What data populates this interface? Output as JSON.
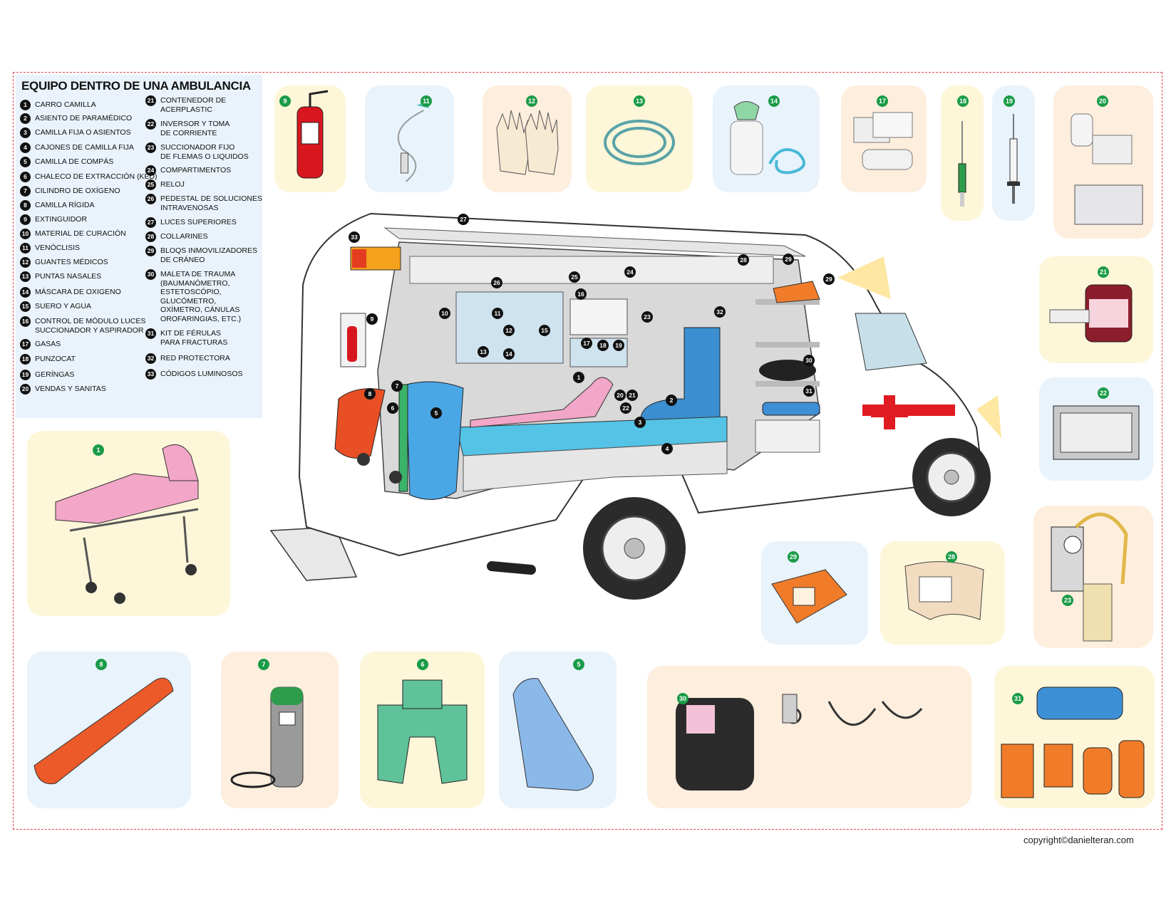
{
  "title": "EQUIPO DENTRO DE  UNA AMBULANCIA",
  "legend_col1": [
    {
      "n": "1",
      "t": "CARRO CAMILLA"
    },
    {
      "n": "2",
      "t": "ASIENTO DE PARAMÉDICO"
    },
    {
      "n": "3",
      "t": "CAMILLA FIJA O ASIENTOS"
    },
    {
      "n": "4",
      "t": "CAJONES DE CAMILLA FIJA"
    },
    {
      "n": "5",
      "t": "CAMILLA DE COMPÁS"
    },
    {
      "n": "6",
      "t": "CHALECO DE EXTRACCIÓN (KED)"
    },
    {
      "n": "7",
      "t": "CILINDRO DE OXÍGENO"
    },
    {
      "n": "8",
      "t": "CAMILLA RÍGIDA"
    },
    {
      "n": "9",
      "t": "EXTINGUIDOR"
    },
    {
      "n": "10",
      "t": "MATERIAL DE CURACIÓN"
    },
    {
      "n": "11",
      "t": "VENÓCLISIS"
    },
    {
      "n": "12",
      "t": "GUANTES MÉDICOS"
    },
    {
      "n": "13",
      "t": "PUNTAS NASALES"
    },
    {
      "n": "14",
      "t": "MÁSCARA DE OXIGENO"
    },
    {
      "n": "15",
      "t": "SUERO Y AGUA"
    },
    {
      "n": "16",
      "t": "CONTROL DE MÓDULO LUCES\nSUCCIONADOR Y ASPIRADOR"
    },
    {
      "n": "17",
      "t": "GASAS"
    },
    {
      "n": "18",
      "t": "PUNZOCAT"
    },
    {
      "n": "19",
      "t": "GERÍNGAS"
    },
    {
      "n": "20",
      "t": "VENDAS Y SANITAS"
    }
  ],
  "legend_col2": [
    {
      "n": "21",
      "t": "CONTENEDOR DE\nACERPLASTIC"
    },
    {
      "n": "22",
      "t": "INVERSOR Y TOMA\nDE CORRIENTE"
    },
    {
      "n": "23",
      "t": "SUCCIONADOR FIJO\nDE FLEMAS O LIQUIDOS"
    },
    {
      "n": "24",
      "t": "COMPARTIMENTOS"
    },
    {
      "n": "25",
      "t": "RELOJ"
    },
    {
      "n": "26",
      "t": "PEDESTAL DE SOLUCIONES\nINTRAVENOSAS"
    },
    {
      "n": "27",
      "t": "LUCES SUPERIORES"
    },
    {
      "n": "28",
      "t": "COLLARINES"
    },
    {
      "n": "29",
      "t": "BLOQS INMOVILIZADORES\nDE CRÁNEO"
    },
    {
      "n": "30",
      "t": "MALETA DE TRAUMA\n(BAUMANÓMETRO,\nESTETOSCÓPIO,\nGLUCÓMETRO,\nOXÍMETRO, CÁNULAS\nOROFARINGIAS, ETC.)"
    },
    {
      "n": "31",
      "t": "KIT DE FÉRULAS\nPARA FRACTURAS"
    },
    {
      "n": "32",
      "t": "RED PROTECTORA"
    },
    {
      "n": "33",
      "t": "CÓDIGOS LUMINOSOS"
    }
  ],
  "cards": [
    {
      "n": "9"
    },
    {
      "n": "11"
    },
    {
      "n": "12"
    },
    {
      "n": "13"
    },
    {
      "n": "14"
    },
    {
      "n": "17"
    },
    {
      "n": "18"
    },
    {
      "n": "19"
    },
    {
      "n": "20"
    },
    {
      "n": "21"
    },
    {
      "n": "22"
    },
    {
      "n": "23"
    },
    {
      "n": "1"
    },
    {
      "n": "29"
    },
    {
      "n": "28"
    },
    {
      "n": "8"
    },
    {
      "n": "7"
    },
    {
      "n": "6"
    },
    {
      "n": "5"
    },
    {
      "n": "30"
    },
    {
      "n": "31"
    }
  ],
  "van_tags": [
    "33",
    "27",
    "10",
    "11",
    "12",
    "13",
    "14",
    "15",
    "16",
    "17",
    "18",
    "19",
    "20",
    "21",
    "22",
    "23",
    "24",
    "25",
    "26",
    "28",
    "29",
    "29b",
    "30",
    "31",
    "32",
    "1",
    "2",
    "3",
    "4",
    "5",
    "6",
    "7",
    "8",
    "9"
  ],
  "van_tag_labels": {
    "33": "33",
    "27": "27",
    "10": "10",
    "11": "11",
    "12": "12",
    "13": "13",
    "14": "14",
    "15": "15",
    "16": "16",
    "17": "17",
    "18": "18",
    "19": "19",
    "20": "20",
    "21": "21",
    "22": "22",
    "23": "23",
    "24": "24",
    "25": "25",
    "26": "26",
    "28": "28",
    "29": "29",
    "29b": "29",
    "30": "30",
    "31": "31",
    "32": "32",
    "1": "1",
    "2": "2",
    "3": "3",
    "4": "4",
    "5": "5",
    "6": "6",
    "7": "7",
    "8": "8",
    "9": "9"
  },
  "copyright": "copyright©danielteran.com",
  "colors": {
    "frame": "#e2434f",
    "badge": "#1a9b47",
    "legend_bg": "#eaf3fb",
    "card_yellow": "#fdf6d8",
    "card_blue": "#e8f3fc",
    "card_peach": "#fdeedd",
    "red_cross": "#e11b22"
  },
  "icons": [
    "fire-extinguisher-icon",
    "iv-set-icon",
    "gloves-icon",
    "nasal-cannula-icon",
    "oxygen-mask-icon",
    "gauze-icon",
    "catheter-icon",
    "syringe-icon",
    "bandages-icon",
    "sharps-container-icon",
    "power-inverter-icon",
    "suction-unit-icon",
    "stretcher-icon",
    "head-immobilizer-icon",
    "cervical-collar-icon",
    "spine-board-icon",
    "oxygen-cylinder-icon",
    "ked-vest-icon",
    "scoop-stretcher-icon",
    "trauma-bag-icon",
    "splint-kit-icon",
    "ambulance-cutaway-icon"
  ]
}
